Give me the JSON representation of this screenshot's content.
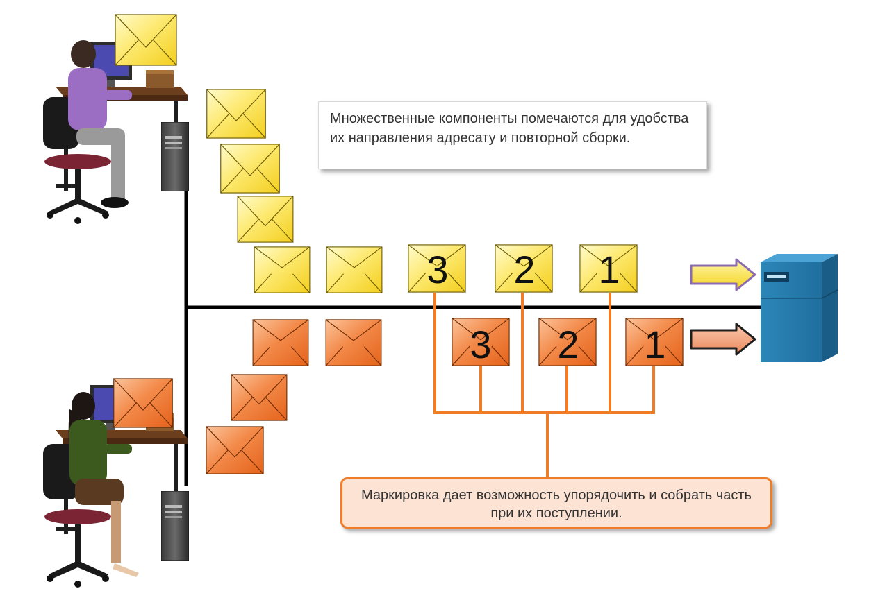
{
  "callouts": {
    "top_text": "Множественные компоненты помечаются для удобства их направления адресату и повторной сборки.",
    "bottom_text": "Маркировка дает возможность упорядочить и собрать часть при их поступлении."
  },
  "labels": {
    "yellow": [
      "3",
      "2",
      "1"
    ],
    "orange": [
      "3",
      "2",
      "1"
    ]
  },
  "colors": {
    "yellow_envelope": "#fde970",
    "orange_envelope": "#f38a4a",
    "bracket": "#f07c28",
    "server": "#2b7eb0"
  }
}
